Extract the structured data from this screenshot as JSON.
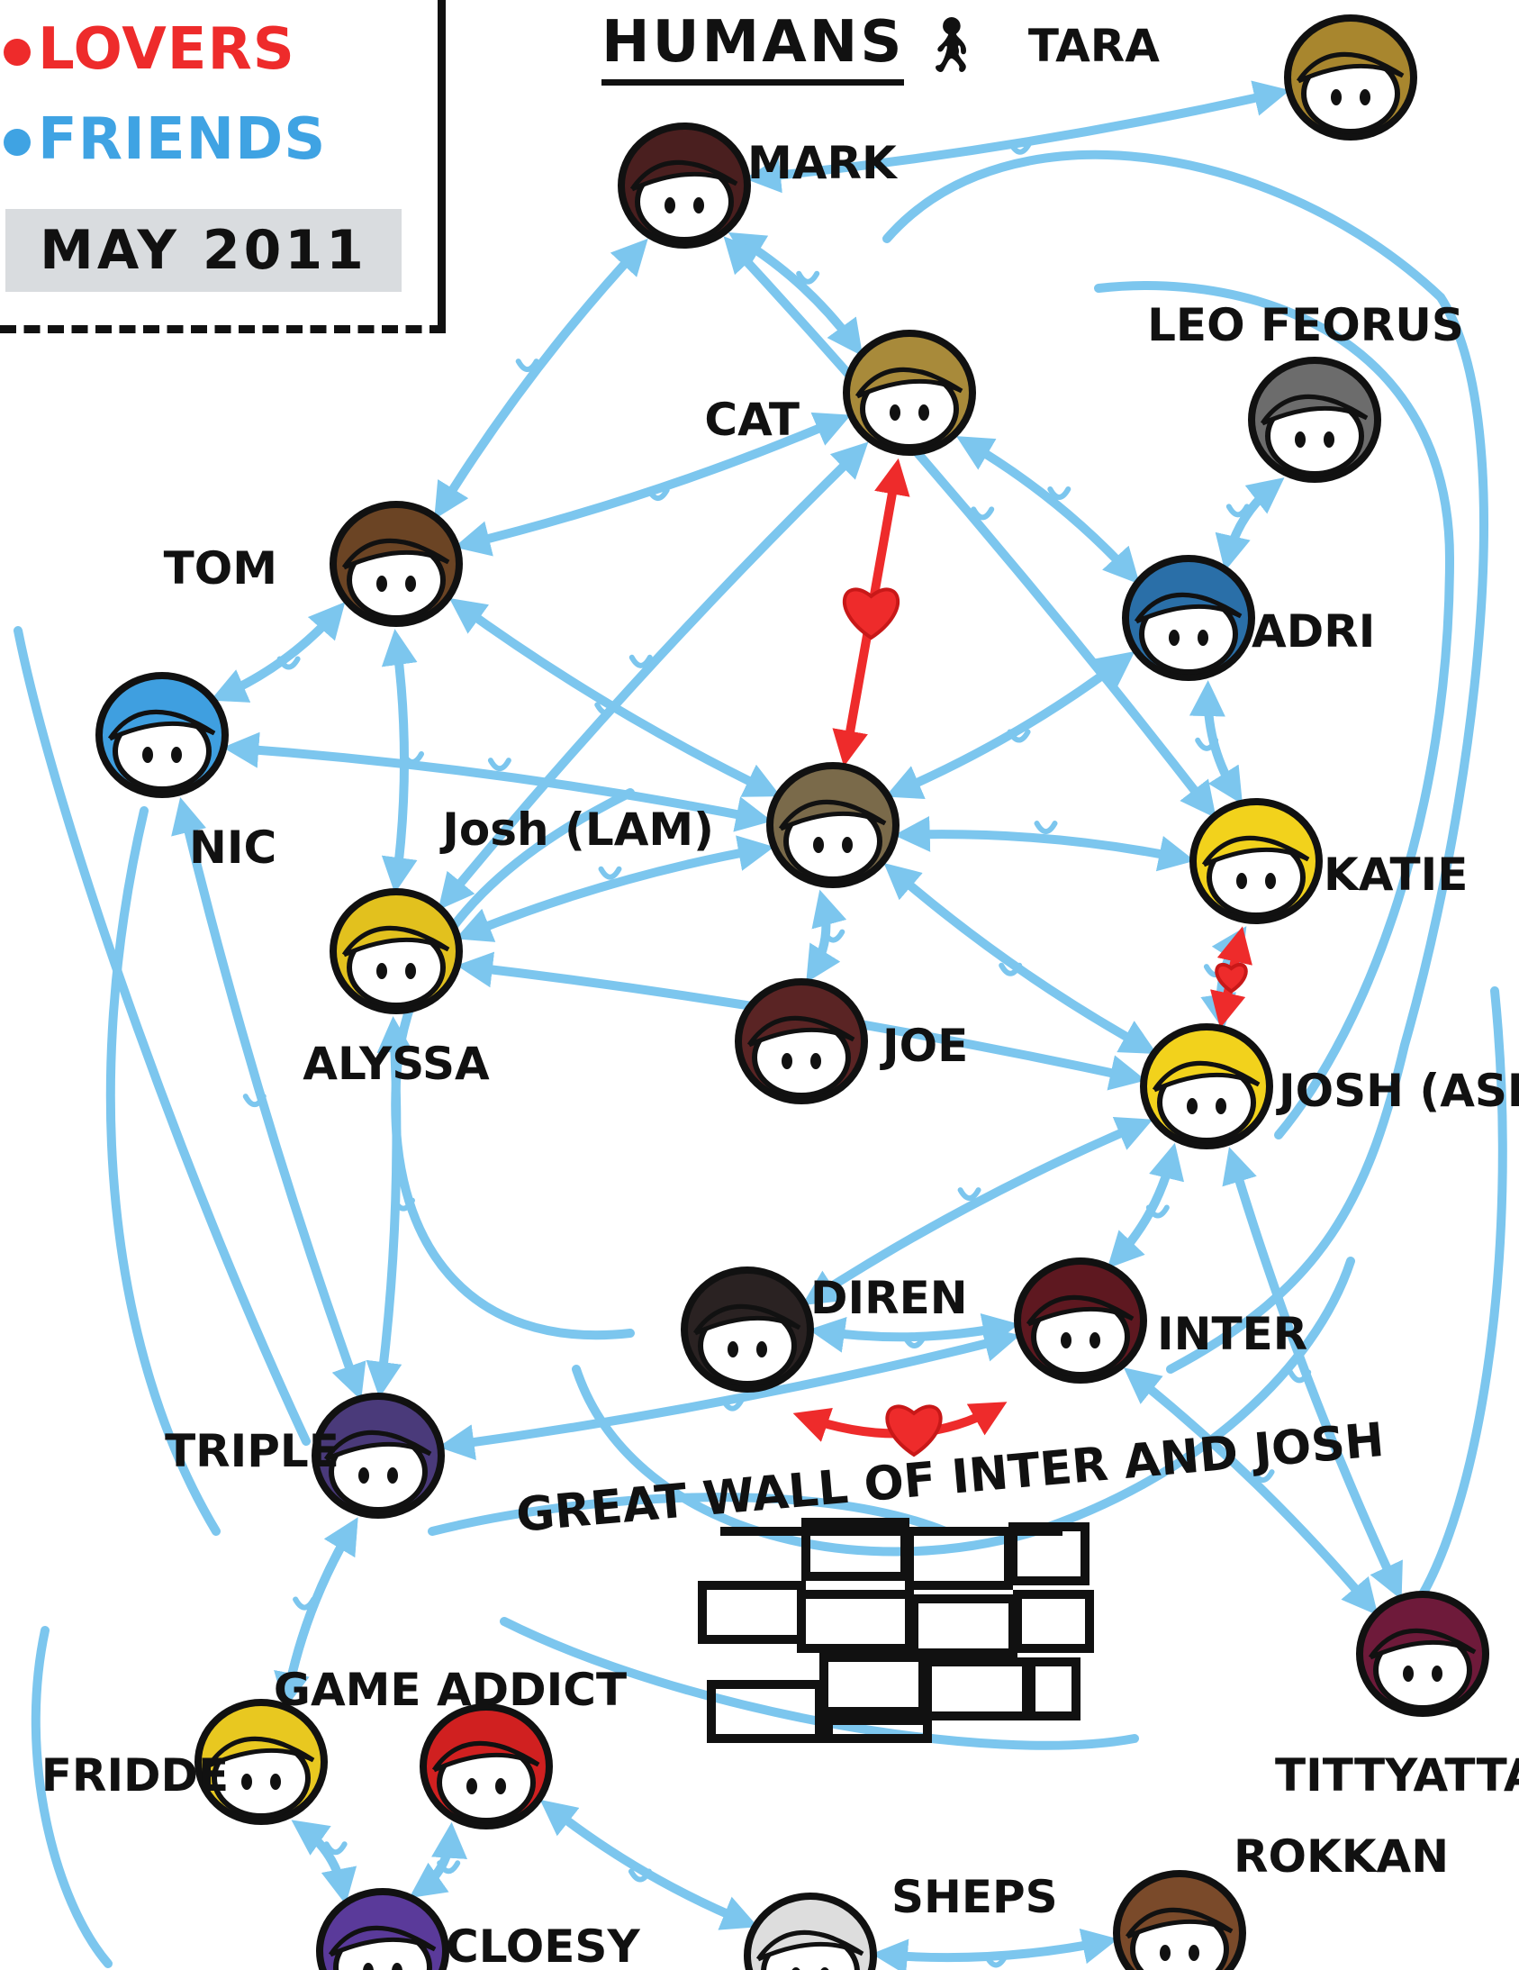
{
  "legend": {
    "lovers_label": "LOVERS",
    "friends_label": "FRIENDS",
    "date": "MAY 2011",
    "lovers_color": "#ee2b2b",
    "friends_color": "#3fa3e3"
  },
  "title": "HUMANS",
  "title_icon": "stick-figure-icon",
  "wall_label": "GREAT WALL OF INTER AND JOSH",
  "nodes": [
    {
      "id": "tara",
      "label": "TARA",
      "hair": "#a8862e"
    },
    {
      "id": "mark",
      "label": "MARK",
      "hair": "#4a1f1f"
    },
    {
      "id": "cat",
      "label": "CAT",
      "hair": "#a88a3a"
    },
    {
      "id": "leo",
      "label": "LEO FEORUS",
      "hair": "#6c6c6c"
    },
    {
      "id": "tom",
      "label": "TOM",
      "hair": "#6b4424"
    },
    {
      "id": "adri",
      "label": "ADRI",
      "hair": "#2a6fa8"
    },
    {
      "id": "nic",
      "label": "NIC",
      "hair": "#3f9fe0"
    },
    {
      "id": "joshl",
      "label": "Josh (LAM)",
      "hair": "#7a6a4a"
    },
    {
      "id": "katie",
      "label": "KATIE",
      "hair": "#f2d21c"
    },
    {
      "id": "alyssa",
      "label": "ALYSSA",
      "hair": "#e2c11e"
    },
    {
      "id": "joe",
      "label": "JOE",
      "hair": "#5a2424"
    },
    {
      "id": "josha",
      "label": "JOSH (ASH)",
      "hair": "#f2d21c"
    },
    {
      "id": "diren",
      "label": "DIREN",
      "hair": "#2a2222"
    },
    {
      "id": "inter",
      "label": "INTER",
      "hair": "#5e1820"
    },
    {
      "id": "triple",
      "label": "TRIPLE",
      "hair": "#4a3a7a"
    },
    {
      "id": "tity",
      "label": "TITTYATTACK",
      "hair": "#6e1a3a"
    },
    {
      "id": "fridde",
      "label": "FRIDDE",
      "hair": "#e8c820"
    },
    {
      "id": "game",
      "label": "GAME ADDICT",
      "hair": "#d02020"
    },
    {
      "id": "cloesy",
      "label": "CLOESY",
      "hair": "#5a3a9a"
    },
    {
      "id": "sheps",
      "label": "SHEPS",
      "hair": "#dddddd"
    },
    {
      "id": "rokkan",
      "label": "ROKKAN",
      "hair": "#7a4a2a"
    }
  ],
  "lovers": [
    [
      "cat",
      "joshl"
    ],
    [
      "katie",
      "josha"
    ],
    [
      "diren",
      "inter"
    ]
  ],
  "friends": [
    [
      "tara",
      "mark"
    ],
    [
      "mark",
      "tom"
    ],
    [
      "mark",
      "cat"
    ],
    [
      "tom",
      "cat"
    ],
    [
      "tom",
      "nic"
    ],
    [
      "tom",
      "joshl"
    ],
    [
      "cat",
      "adri"
    ],
    [
      "leo",
      "adri"
    ],
    [
      "adri",
      "joshl"
    ],
    [
      "adri",
      "katie"
    ],
    [
      "joshl",
      "joe"
    ],
    [
      "joshl",
      "alyssa"
    ],
    [
      "joshl",
      "katie"
    ],
    [
      "joshl",
      "josha"
    ],
    [
      "nic",
      "joshl"
    ],
    [
      "josha",
      "diren"
    ],
    [
      "josha",
      "inter"
    ],
    [
      "diren",
      "inter"
    ],
    [
      "alyssa",
      "triple"
    ],
    [
      "triple",
      "fridde"
    ],
    [
      "game",
      "cloesy"
    ],
    [
      "game",
      "sheps"
    ],
    [
      "fridde",
      "cloesy"
    ],
    [
      "katie",
      "josha"
    ],
    [
      "inter",
      "tity"
    ],
    [
      "sheps",
      "rokkan"
    ],
    [
      "tom",
      "alyssa"
    ],
    [
      "cat",
      "alyssa"
    ],
    [
      "mark",
      "katie"
    ],
    [
      "nic",
      "triple"
    ],
    [
      "alyssa",
      "josha"
    ],
    [
      "triple",
      "inter"
    ],
    [
      "fridde",
      "triple"
    ],
    [
      "josha",
      "tity"
    ]
  ]
}
